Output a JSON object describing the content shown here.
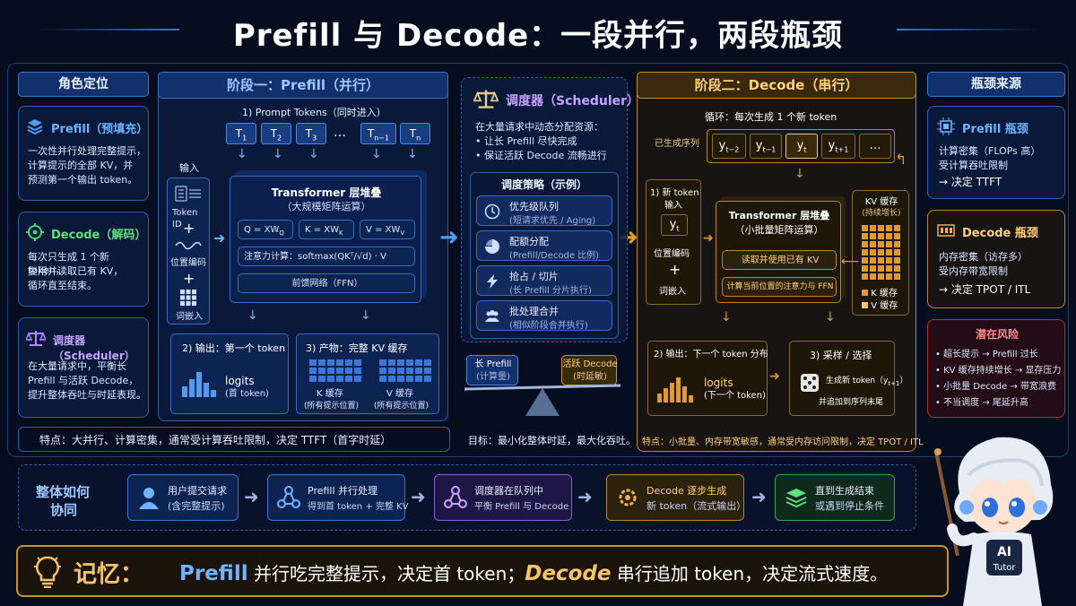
{
  "title": "Prefill 与 Decode：一段并行，两段瓶颈",
  "left": {
    "header": "角色定位",
    "prefill": {
      "title": "Prefill（预填充）",
      "desc": [
        "一次性并行处理完整提示，",
        "计算提示的全部 KV，并",
        "预测第一个输出 token。"
      ]
    },
    "decode": {
      "title": "Decode（解码）",
      "desc": [
        "每次只生成 1 个新 token，",
        "复用并读取已有 KV，",
        "循环直至结束。"
      ]
    },
    "scheduler": {
      "title": "调度器（Scheduler）",
      "desc": [
        "在大量请求中，平衡长",
        "Prefill 与活跃 Decode，",
        "提升整体吞吐与时延表现。"
      ]
    }
  },
  "stage1": {
    "header": "阶段一：Prefill（并行）",
    "tokens_label": "1) Prompt Tokens（同时进入）",
    "tokens": [
      "T",
      "T",
      "T",
      "…",
      "T",
      "T"
    ],
    "token_subs": [
      "1",
      "2",
      "3",
      "",
      "n−1",
      "n"
    ],
    "input": {
      "label": "输入",
      "token_id": "Token ID",
      "pos": "位置编码",
      "embed": "词嵌入"
    },
    "transformer": {
      "title": "Transformer 层堆叠",
      "sub": "（大规模矩阵运算）",
      "q": "Q = XW",
      "qs": "Q",
      "k": "K = XW",
      "ks": "K",
      "v": "V = XW",
      "vs": "V",
      "attn": "注意力计算：softmax(QKᵀ/√d) · V",
      "ffn": "前馈网络（FFN）"
    },
    "out2": {
      "title": "2) 输出：第一个 token",
      "logits": "logits",
      "sub": "(首 token)"
    },
    "out3": {
      "title": "3) 产物：完整 KV 缓存",
      "k": "K 缓存",
      "ksub": "(所有提示位置)",
      "v": "V 缓存",
      "vsub": "(所有提示位置)"
    },
    "feature": "特点：大并行、计算密集，通常受计算吞吐限制，决定 TTFT（首字时延）"
  },
  "scheduler": {
    "header": "调度器（Scheduler）",
    "desc": "在大量请求中动态分配资源：",
    "bullets": [
      "让长 Prefill 尽快完成",
      "保证活跃 Decode 流畅进行"
    ],
    "strategy": "调度策略（示例）",
    "items": [
      {
        "t": "优先级队列",
        "s": "(短请求优先 / Aging)"
      },
      {
        "t": "配额分配",
        "s": "(Prefill/Decode 比例)"
      },
      {
        "t": "抢占 / 切片",
        "s": "(长 Prefill 分片执行)"
      },
      {
        "t": "批处理合并",
        "s": "(相似阶段合并执行)"
      }
    ],
    "left_tag": "长 Prefill",
    "left_sub": "(计算量)",
    "right_tag": "活跃 Decode",
    "right_sub": "(时延敏)",
    "goal": "目标：最小化整体时延，最大化吞吐。"
  },
  "stage2": {
    "header": "阶段二：Decode（串行）",
    "loop": "循环：每次生成 1 个新 token",
    "seq_label": "已生成序列",
    "seq": [
      "y",
      "y",
      "y",
      "y",
      "…"
    ],
    "seq_subs": [
      "t−2",
      "t−1",
      "t",
      "t+1",
      ""
    ],
    "new_token": "1) 新 token",
    "input": "输入",
    "yt": "y",
    "yts": "t",
    "pos": "位置编码",
    "embed": "词嵌入",
    "transformer": {
      "title": "Transformer 层堆叠",
      "sub": "（小批量矩阵运算）",
      "read": "读取并使用已有 KV",
      "calc": "计算当前位置的注意力与 FFN"
    },
    "kv": {
      "title": "KV 缓存",
      "sub": "(持续增长)",
      "k": "K 缓存",
      "v": "V 缓存"
    },
    "out2": {
      "title": "2) 输出：下一个 token 分布",
      "logits": "logits",
      "sub": "(下一个 token)"
    },
    "out3": {
      "title": "3) 采样 / 选择",
      "gen": "生成新 token（y",
      "gen_sub": "t+1",
      "gen_end": "）",
      "append": "并追加到序列末尾"
    },
    "feature": "特点：小批量、内存带宽敏感，通常受内存访问限制，决定 TPOT / ITL"
  },
  "right": {
    "header": "瓶颈来源",
    "prefill": {
      "title": "Prefill 瓶颈",
      "lines": [
        "计算密集（FLOPs 高）",
        "受计算吞吐限制",
        "→ 决定 TTFT"
      ]
    },
    "decode": {
      "title": "Decode 瓶颈",
      "lines": [
        "内存密集（访存多）",
        "受内存带宽限制",
        "→ 决定 TPOT / ITL"
      ]
    },
    "risk": {
      "title": "潜在风险",
      "lines": [
        "超长提示 → Prefill 过长",
        "KV 缓存持续增长 → 显存压力",
        "小批量 Decode → 带宽浪费",
        "不当调度 → 尾延升高"
      ]
    }
  },
  "flow": {
    "label": [
      "整体如何",
      "协同"
    ],
    "steps": [
      {
        "a": "用户提交请求",
        "b": "(含完整提示)"
      },
      {
        "a": "Prefill 并行处理",
        "b": "得到首 token + 完整 KV"
      },
      {
        "a": "调度器在队列中",
        "b": "平衡 Prefill 与 Decode"
      },
      {
        "a": "Decode 逐步生成",
        "b": "新 token（流式输出）"
      },
      {
        "a": "直到生成结束",
        "b": "或遇到停止条件"
      }
    ]
  },
  "memory": {
    "label": "记忆：",
    "p1": "Prefill",
    "t1": " 并行吃完整提示，决定首 token；",
    "p2": "Decode",
    "t2": " 串行追加 token，决定流式速度。"
  },
  "mascot": {
    "line1": "AI",
    "line2": "Tutor"
  }
}
